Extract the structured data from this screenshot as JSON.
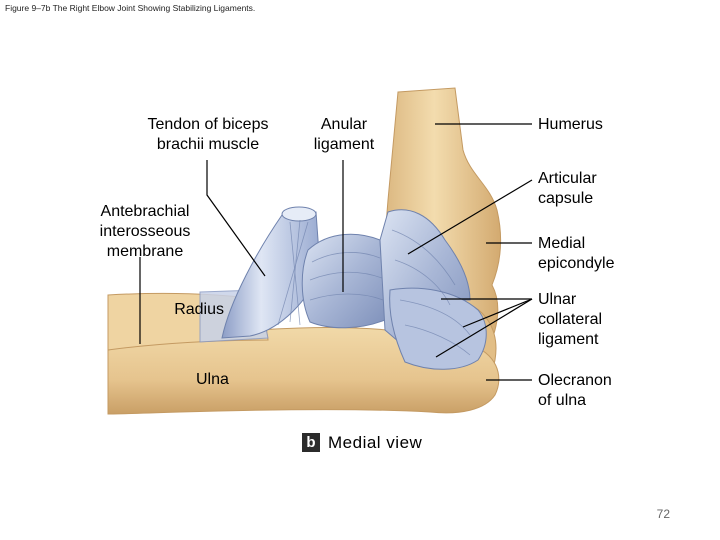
{
  "caption": "Figure 9–7b The Right Elbow Joint Showing Stabilizing Ligaments.",
  "labels": {
    "tendon_biceps": [
      "Tendon of biceps",
      "brachii muscle"
    ],
    "anular_ligament": [
      "Anular",
      "ligament"
    ],
    "humerus": [
      "Humerus"
    ],
    "articular_capsule": [
      "Articular",
      "capsule"
    ],
    "antebrachial_membrane": [
      "Antebrachial",
      "interosseous",
      "membrane"
    ],
    "medial_epicondyle": [
      "Medial",
      "epicondyle"
    ],
    "radius": [
      "Radius"
    ],
    "ulnar_collateral": [
      "Ulnar",
      "collateral",
      "ligament"
    ],
    "ulna": [
      "Ulna"
    ],
    "olecranon": [
      "Olecranon",
      "of ulna"
    ]
  },
  "view": {
    "letter": "b",
    "label": "Medial view"
  },
  "slide_number": "72",
  "colors": {
    "bone": "#e9cc9a",
    "bone_shadow": "#c99f66",
    "ligament": "#a9b7d6",
    "ligament_light": "#d6dff0",
    "ligament_dark": "#6f82ad",
    "background": "#ffffff"
  }
}
